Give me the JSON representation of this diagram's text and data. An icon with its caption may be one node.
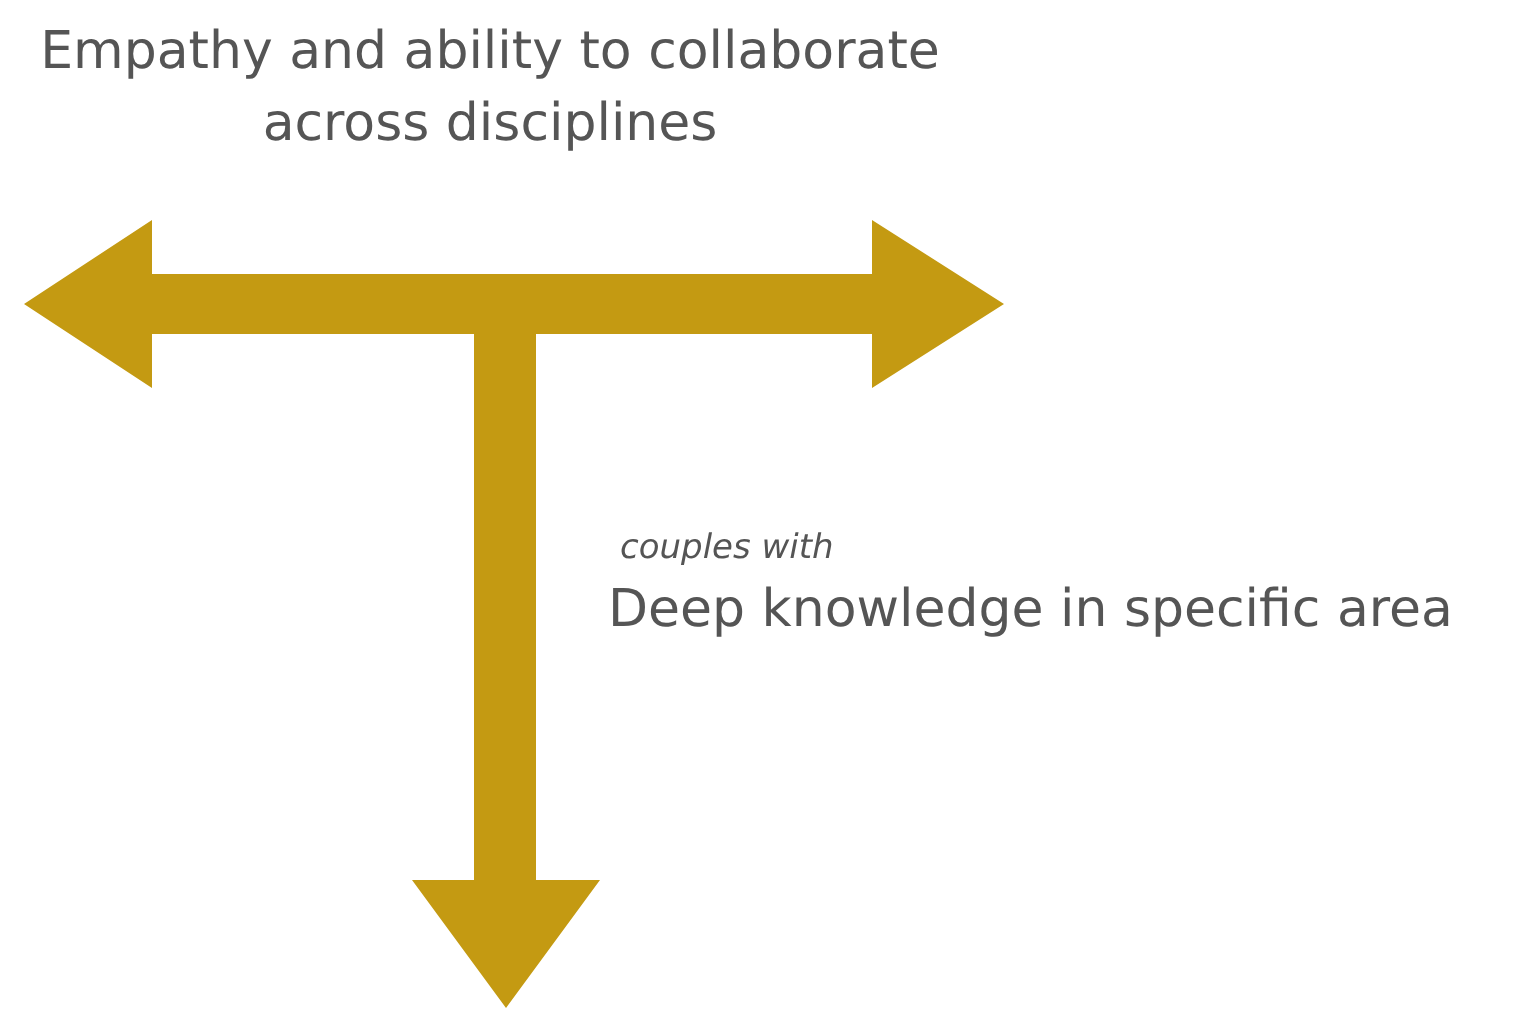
{
  "diagram": {
    "labels": [
      "Empathy and ability to collaborate across disciplines",
      "couples with",
      "Deep knowledge in specific area"
    ]
  }
}
